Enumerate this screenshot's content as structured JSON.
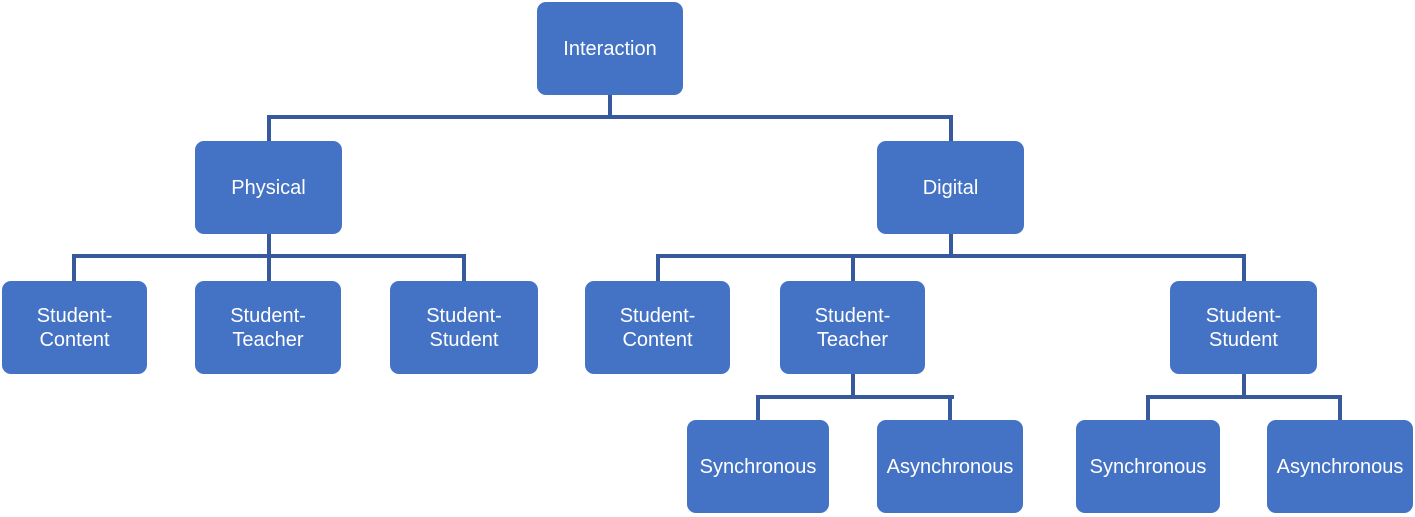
{
  "diagram": {
    "type": "org-chart",
    "background": "#FFFFFF",
    "node_fill": "#4472C4",
    "node_text_color": "#FFFFFF",
    "connector_color": "#37599E",
    "tree": {
      "root": {
        "label": "Interaction",
        "children": [
          {
            "label": "Physical",
            "children": [
              {
                "label": "Student-Content"
              },
              {
                "label": "Student-Teacher"
              },
              {
                "label": "Student-Student"
              }
            ]
          },
          {
            "label": "Digital",
            "children": [
              {
                "label": "Student-Content"
              },
              {
                "label": "Student-Teacher",
                "children": [
                  {
                    "label": "Synchronous"
                  },
                  {
                    "label": "Asynchronous"
                  }
                ]
              },
              {
                "label": "Student-Student",
                "children": [
                  {
                    "label": "Synchronous"
                  },
                  {
                    "label": "Asynchronous"
                  }
                ]
              }
            ]
          }
        ]
      }
    }
  }
}
